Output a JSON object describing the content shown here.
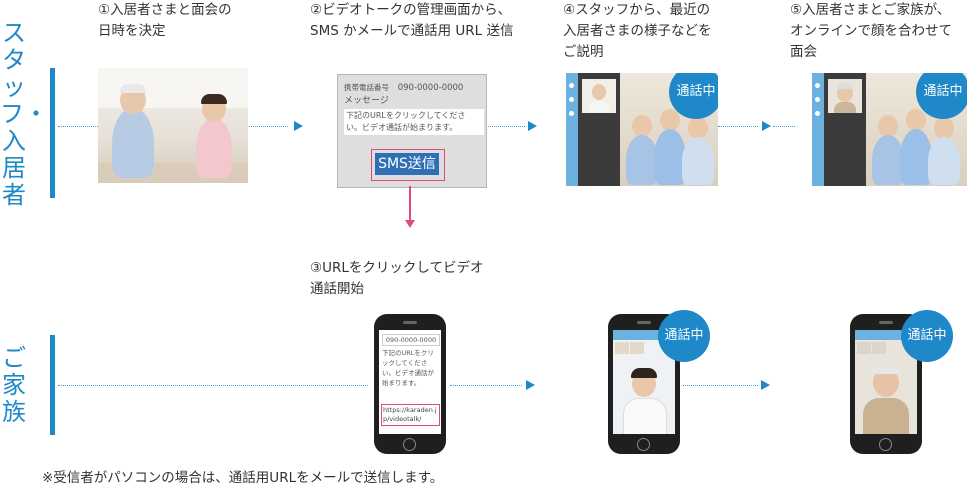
{
  "rows": {
    "staff_resident": "スタッフ・入居者",
    "family": "ご家族"
  },
  "steps": {
    "s1": [
      "①入居者さまと面会の",
      "日時を決定"
    ],
    "s2": [
      "②ビデオトークの管理画面から、",
      "SMS かメールで通話用 URL 送信"
    ],
    "s3": [
      "③URLをクリックしてビデオ",
      "通話開始"
    ],
    "s4": [
      "④スタッフから、最近の",
      "入居者さまの様子などを",
      "ご説明"
    ],
    "s5": [
      "⑤入居者さまとご家族が、",
      "オンラインで顔を合わせて",
      "面会"
    ]
  },
  "admin_screen": {
    "phone_label": "携帯電話番号",
    "phone_number": "090-0000-0000",
    "message_label": "メッセージ",
    "message_body": "下記のURLをクリックしてくださ い。ビデオ通話が始まります。",
    "sms_button": "SMS送信"
  },
  "sms_phone": {
    "number": "090-0000-0000",
    "body": "下記のURLをクリックしてください。ビデオ通話が始まります。",
    "url": "https://karaden.jp/videotalk/"
  },
  "badges": {
    "calling": "通話中"
  },
  "note": "※受信者がパソコンの場合は、通話用URLをメールで送信します。",
  "colors": {
    "accent": "#1e88c8",
    "highlight": "#e04c7a"
  }
}
